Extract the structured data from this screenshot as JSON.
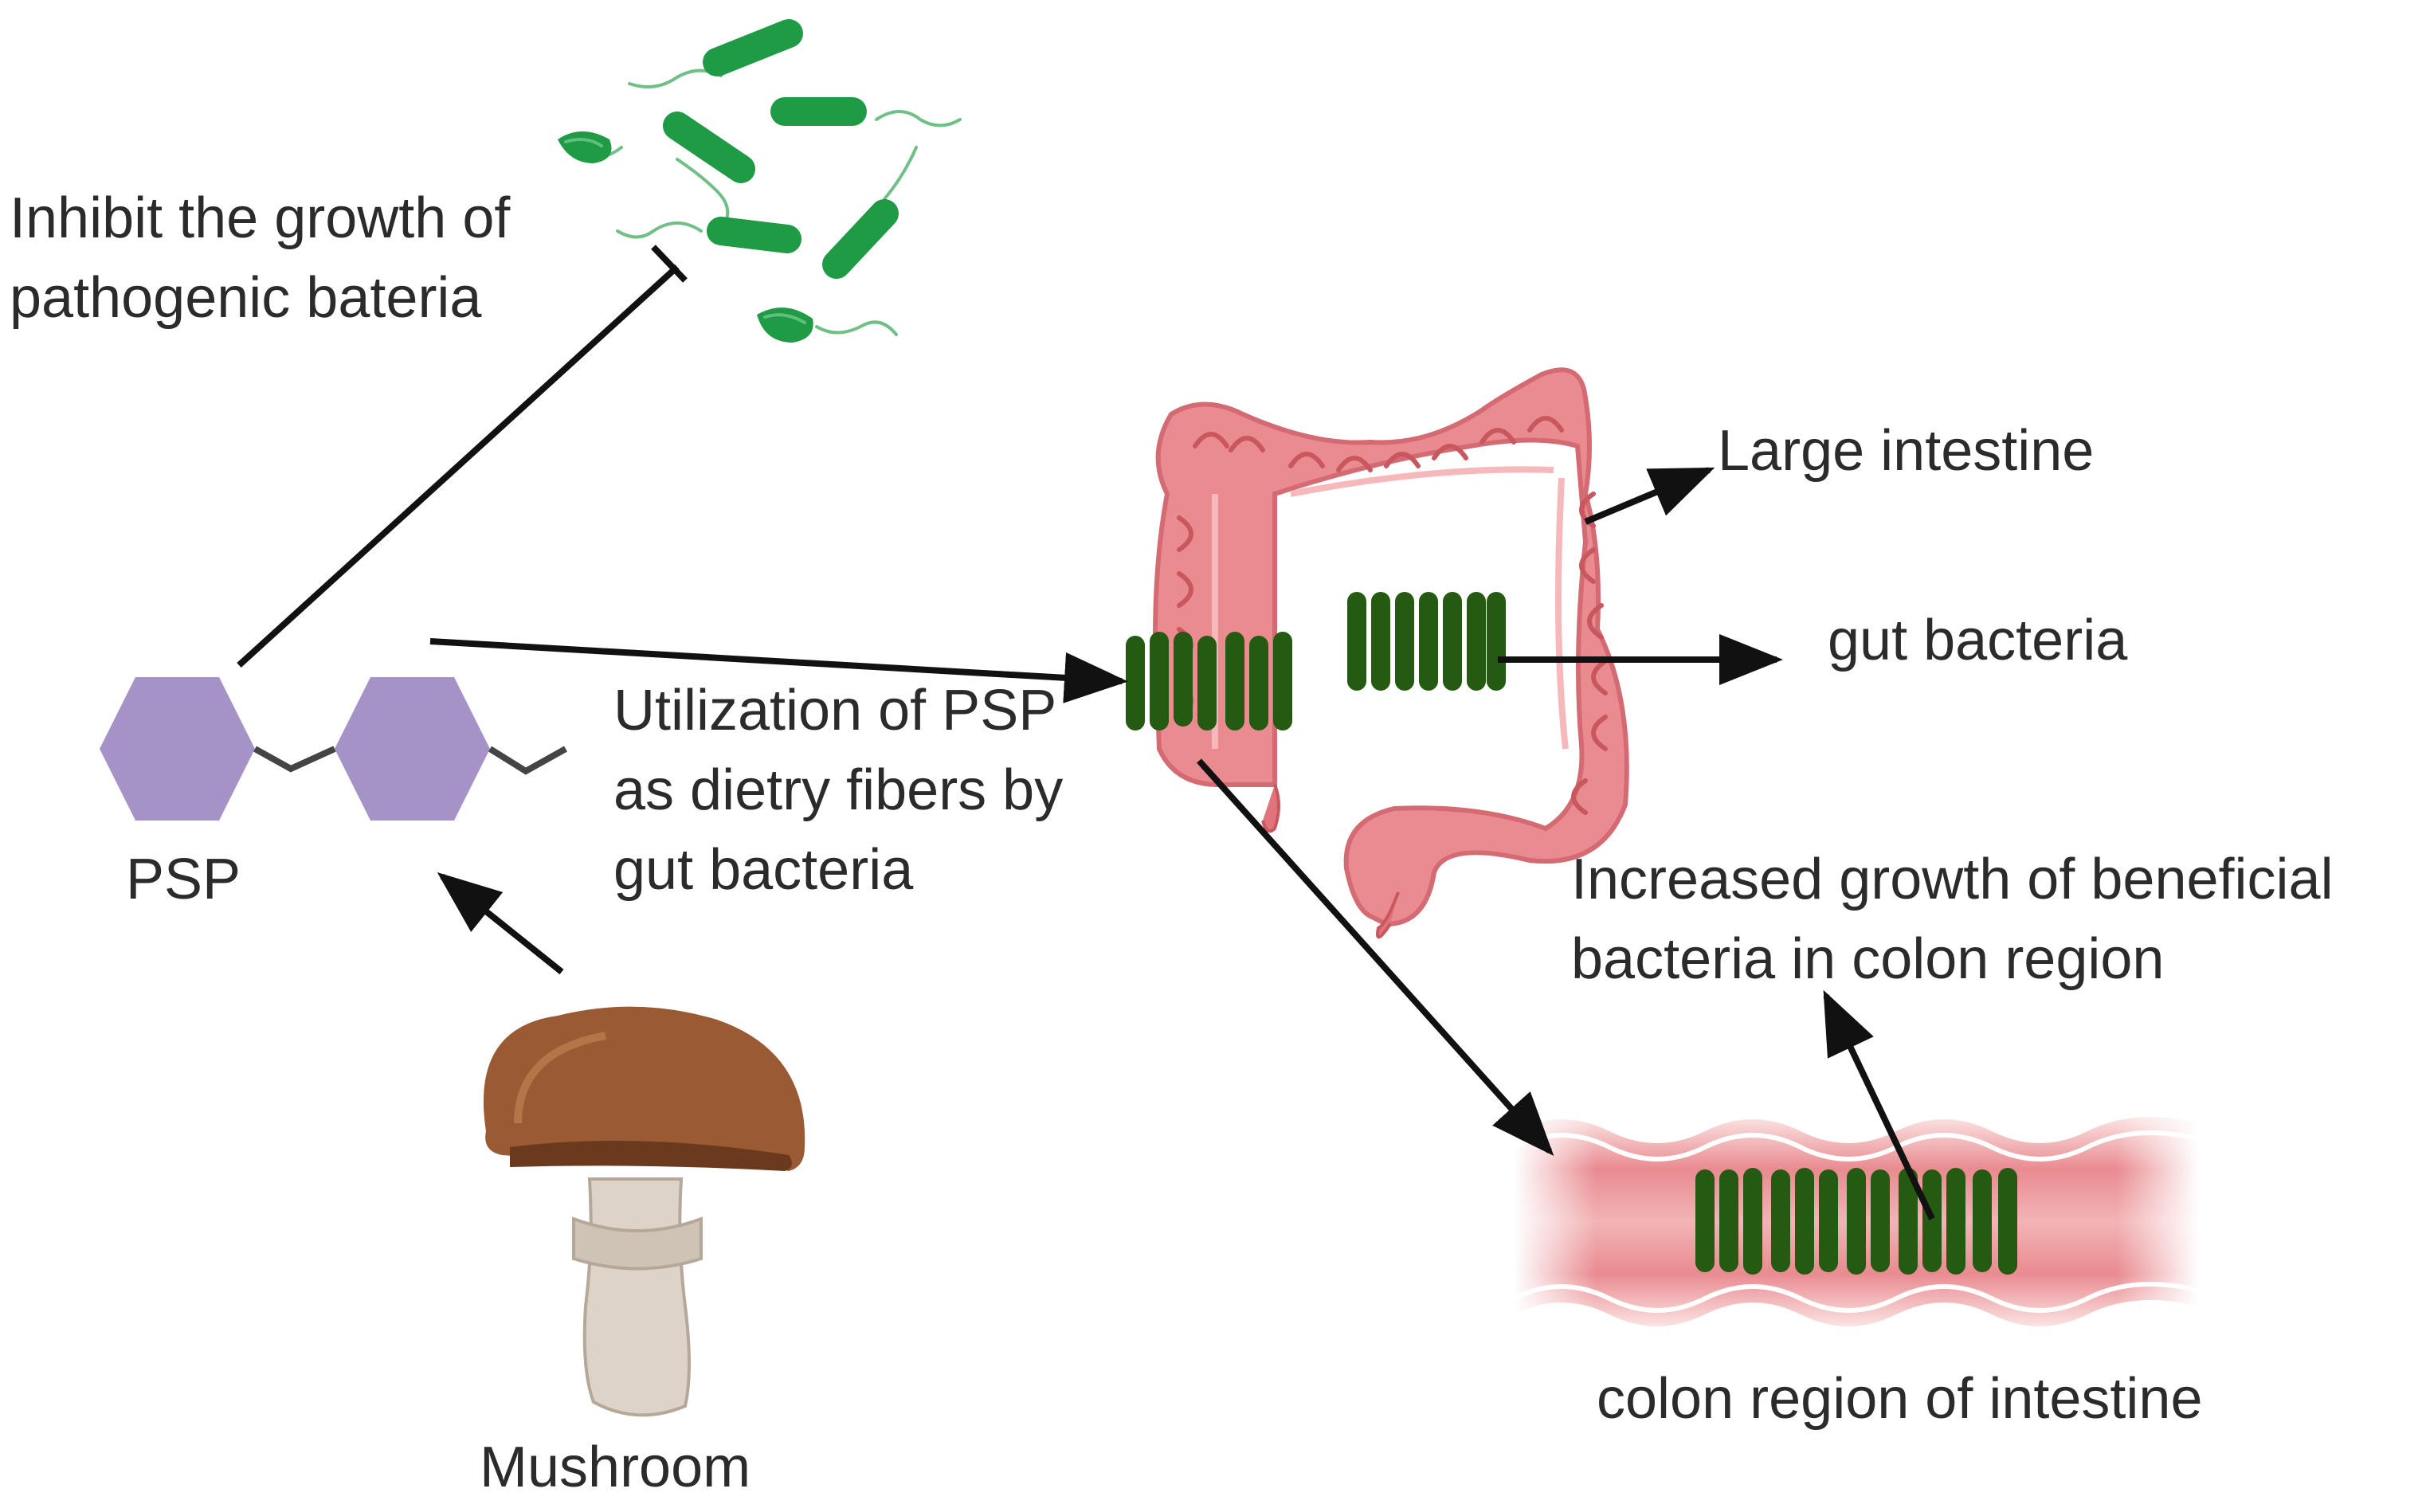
{
  "labels": {
    "inhibit": [
      "Inhibit the growth of",
      "pathogenic bateria"
    ],
    "utilization": [
      "Utilization of PSP",
      "as dietry fibers by",
      "gut bacteria"
    ],
    "psp": "PSP",
    "mushroom": "Mushroom",
    "large_intestine": "Large intestine",
    "gut_bacteria": "gut bacteria",
    "increased": [
      "Increased growth of beneficial",
      "bacteria in colon region"
    ],
    "colon_region": "colon region of intestine"
  },
  "colors": {
    "pathogen_green": "#1f9a45",
    "gut_bacteria_green": "#255a12",
    "intestine_pink": "#e8838a",
    "intestine_dark": "#c8575f",
    "psp_purple": "#a592c6",
    "mushroom_cap": "#9a5b34",
    "mushroom_stem": "#ddd3c8",
    "arrow": "#111111"
  },
  "icons": [
    "pathogenic-bacteria-icon",
    "large-intestine-icon",
    "gut-bacteria-cluster-icon",
    "psp-hexagon-icon",
    "mushroom-icon",
    "colon-section-icon"
  ]
}
